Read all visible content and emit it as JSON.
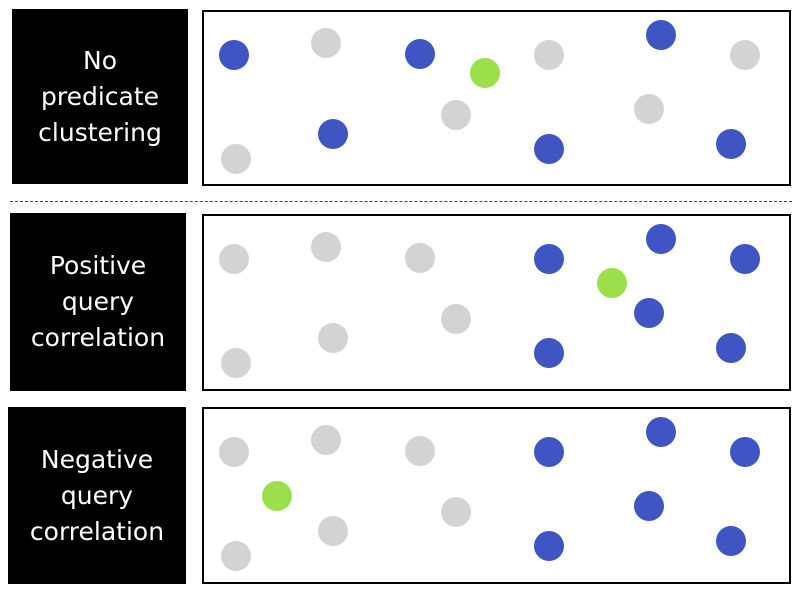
{
  "colors": {
    "gray": "#d3d3d3",
    "blue": "#3f55c4",
    "green": "#9be04a",
    "label_background": "#000000",
    "label_text": "#ffffff"
  },
  "rows": [
    {
      "label_lines": [
        "No",
        "predicate",
        "clustering"
      ],
      "points": [
        {
          "color": "blue"
        },
        {
          "color": "gray"
        },
        {
          "color": "blue"
        },
        {
          "color": "green"
        },
        {
          "color": "gray"
        },
        {
          "color": "blue"
        },
        {
          "color": "gray"
        },
        {
          "color": "gray"
        },
        {
          "color": "gray"
        },
        {
          "color": "gray"
        },
        {
          "color": "blue"
        },
        {
          "color": "blue"
        },
        {
          "color": "blue"
        }
      ]
    },
    {
      "label_lines": [
        "Positive",
        "query",
        "correlation"
      ],
      "points": [
        {
          "color": "gray"
        },
        {
          "color": "gray"
        },
        {
          "color": "gray"
        },
        {
          "color": "blue"
        },
        {
          "color": "green"
        },
        {
          "color": "blue"
        },
        {
          "color": "blue"
        },
        {
          "color": "blue"
        },
        {
          "color": "gray"
        },
        {
          "color": "gray"
        },
        {
          "color": "gray"
        },
        {
          "color": "blue"
        },
        {
          "color": "blue"
        }
      ]
    },
    {
      "label_lines": [
        "Negative",
        "query",
        "correlation"
      ],
      "points": [
        {
          "color": "gray"
        },
        {
          "color": "gray"
        },
        {
          "color": "gray"
        },
        {
          "color": "blue"
        },
        {
          "color": "green"
        },
        {
          "color": "blue"
        },
        {
          "color": "blue"
        },
        {
          "color": "blue"
        },
        {
          "color": "gray"
        },
        {
          "color": "gray"
        },
        {
          "color": "gray"
        },
        {
          "color": "blue"
        },
        {
          "color": "blue"
        }
      ]
    }
  ]
}
